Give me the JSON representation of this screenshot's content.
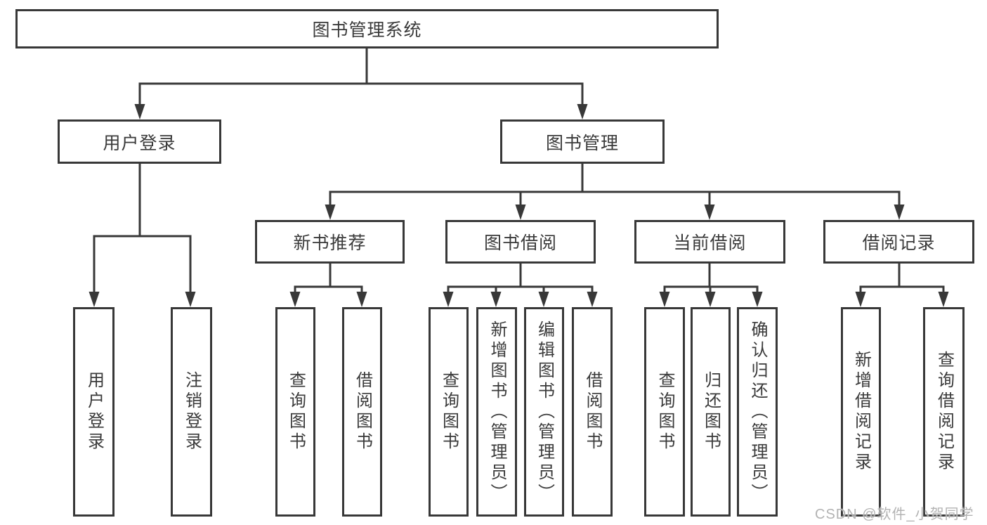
{
  "tree": {
    "root": "图书管理系统",
    "branches": [
      {
        "label": "用户登录",
        "children": [
          "用户登录",
          "注销登录"
        ]
      },
      {
        "label": "图书管理",
        "groups": [
          {
            "label": "新书推荐",
            "children": [
              "查询图书",
              "借阅图书"
            ]
          },
          {
            "label": "图书借阅",
            "children": [
              "查询图书",
              "新增图书（管理员）",
              "编辑图书（管理员）",
              "借阅图书"
            ]
          },
          {
            "label": "当前借阅",
            "children": [
              "查询图书",
              "归还图书",
              "确认归还（管理员）"
            ]
          },
          {
            "label": "借阅记录",
            "children": [
              "新增借阅记录",
              "查询借阅记录"
            ]
          }
        ]
      }
    ]
  },
  "watermark": "CSDN @软件_小贺同学",
  "colors": {
    "line": "#383838",
    "box_border": "#383838",
    "text": "#3a3a3a",
    "watermark": "#b3b3b3",
    "background": "#ffffff"
  }
}
